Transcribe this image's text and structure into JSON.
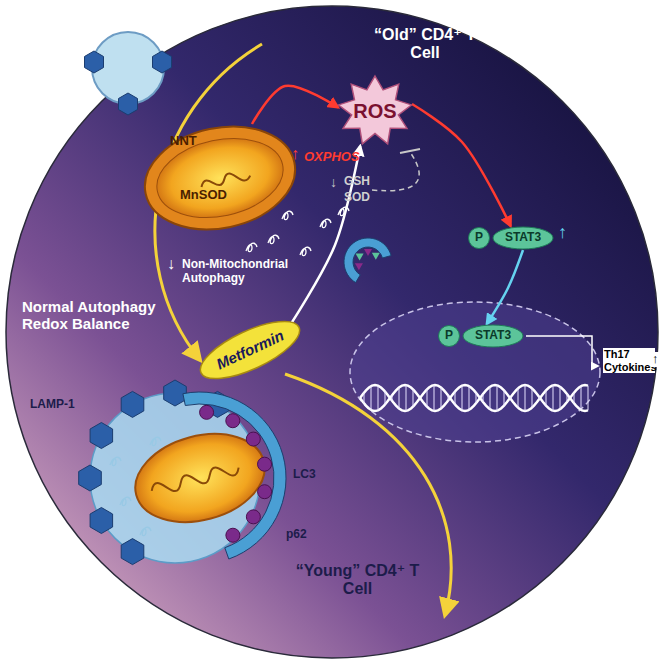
{
  "diagram": {
    "nodes": [
      {
        "text": [
          "NNT",
          "MnSOD"
        ]
      },
      {
        "text": [
          "ROS"
        ]
      },
      {
        "text": [
          "P"
        ]
      },
      {
        "text": [
          "STAT3"
        ]
      },
      {
        "text": [
          "Metformin"
        ]
      },
      {
        "text": [
          "P"
        ]
      },
      {
        "text": [
          "STAT3"
        ]
      }
    ],
    "edges": [
      {
        "from": 0,
        "to": 1,
        "arrow": "to"
      },
      {
        "from": 1,
        "to": 3,
        "arrow": "to"
      },
      {
        "from": 3,
        "to": 6,
        "arrow": "to"
      },
      {
        "from": 4,
        "to": 1,
        "arrow": "to"
      }
    ],
    "labels": [
      "“Old” CD4⁺ T Cell",
      "↑",
      "OXPHOS",
      "↓",
      "GSH",
      "SOD",
      "↑",
      "↓",
      "Non-Mitochondrial Autophagy",
      "Th17 Cytokines",
      "↑",
      "Normal Autophagy Redox Balance",
      "LAMP-1",
      "p62",
      "LC3",
      "“Young” CD4⁺ T Cell"
    ]
  }
}
